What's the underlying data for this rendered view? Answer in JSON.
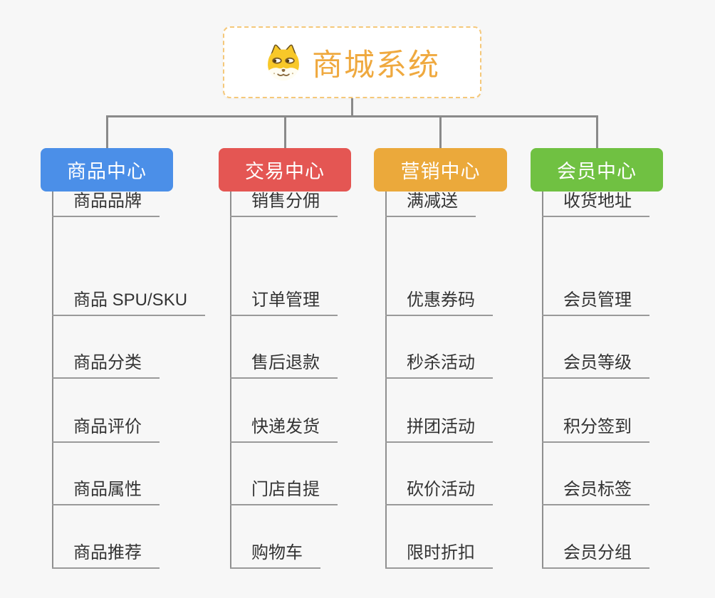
{
  "root": {
    "title": "商城系统",
    "icon": "dog-face-icon",
    "title_color": "#EFA93F",
    "border_color": "#F5C87A"
  },
  "lines": {
    "connector_color": "#8A8A8A",
    "spine_color": "#8F8F8F",
    "underline_color": "#9A9A9A"
  },
  "background_color": "#F7F7F7",
  "branches": [
    {
      "label": "商品中心",
      "color": "#4B8FE8",
      "children": [
        "商品 SPU/SKU",
        "商品分类",
        "商品评价",
        "商品属性",
        "商品推荐",
        "商品品牌"
      ]
    },
    {
      "label": "交易中心",
      "color": "#E45653",
      "children": [
        "订单管理",
        "售后退款",
        "快递发货",
        "门店自提",
        "购物车",
        "销售分佣"
      ]
    },
    {
      "label": "营销中心",
      "color": "#EBA93B",
      "children": [
        "优惠券码",
        "秒杀活动",
        "拼团活动",
        "砍价活动",
        "限时折扣",
        "满减送"
      ]
    },
    {
      "label": "会员中心",
      "color": "#70C142",
      "children": [
        "会员管理",
        "会员等级",
        "积分签到",
        "会员标签",
        "会员分组",
        "收货地址"
      ]
    }
  ]
}
